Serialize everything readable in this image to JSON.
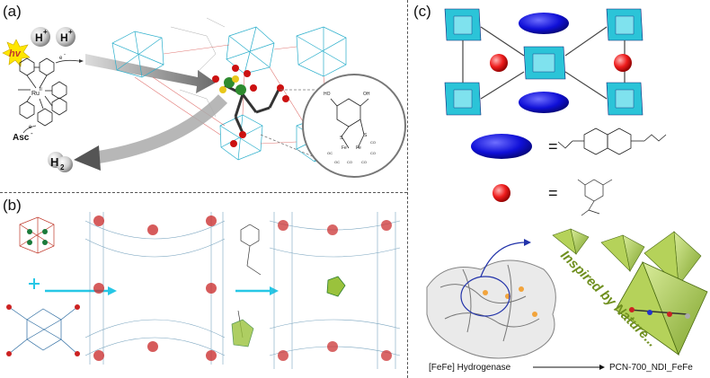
{
  "panels": {
    "a": {
      "label": "(a)",
      "hv": "hv",
      "proton1": "H",
      "proton2": "H",
      "plus": "+",
      "electron": "e",
      "electron_minus": "-",
      "ascorbate": "Asc",
      "ascorbate_charge": "-",
      "ru_label": "Ru",
      "ru_charge": "II",
      "h2": "H",
      "h2_sub": "2"
    },
    "b": {
      "label": "(b)"
    },
    "c": {
      "label": "(c)",
      "equals_1": "=",
      "equals_2": "=",
      "slogan": "Inspired by Nature...",
      "left_caption": "[FeFe] Hydrogenase",
      "right_caption": "PCN-700_NDI_FeFe"
    }
  },
  "colors": {
    "cyan_cluster": "#2bc4d8",
    "blue_ndi": "#1010d8",
    "red_sphere": "#ee1c1c",
    "pyramid_green": "#9ac23c",
    "slogan_green": "#6f8f1e",
    "arrow_cyan": "#27c7e6",
    "hv_star": "#ffe600"
  }
}
